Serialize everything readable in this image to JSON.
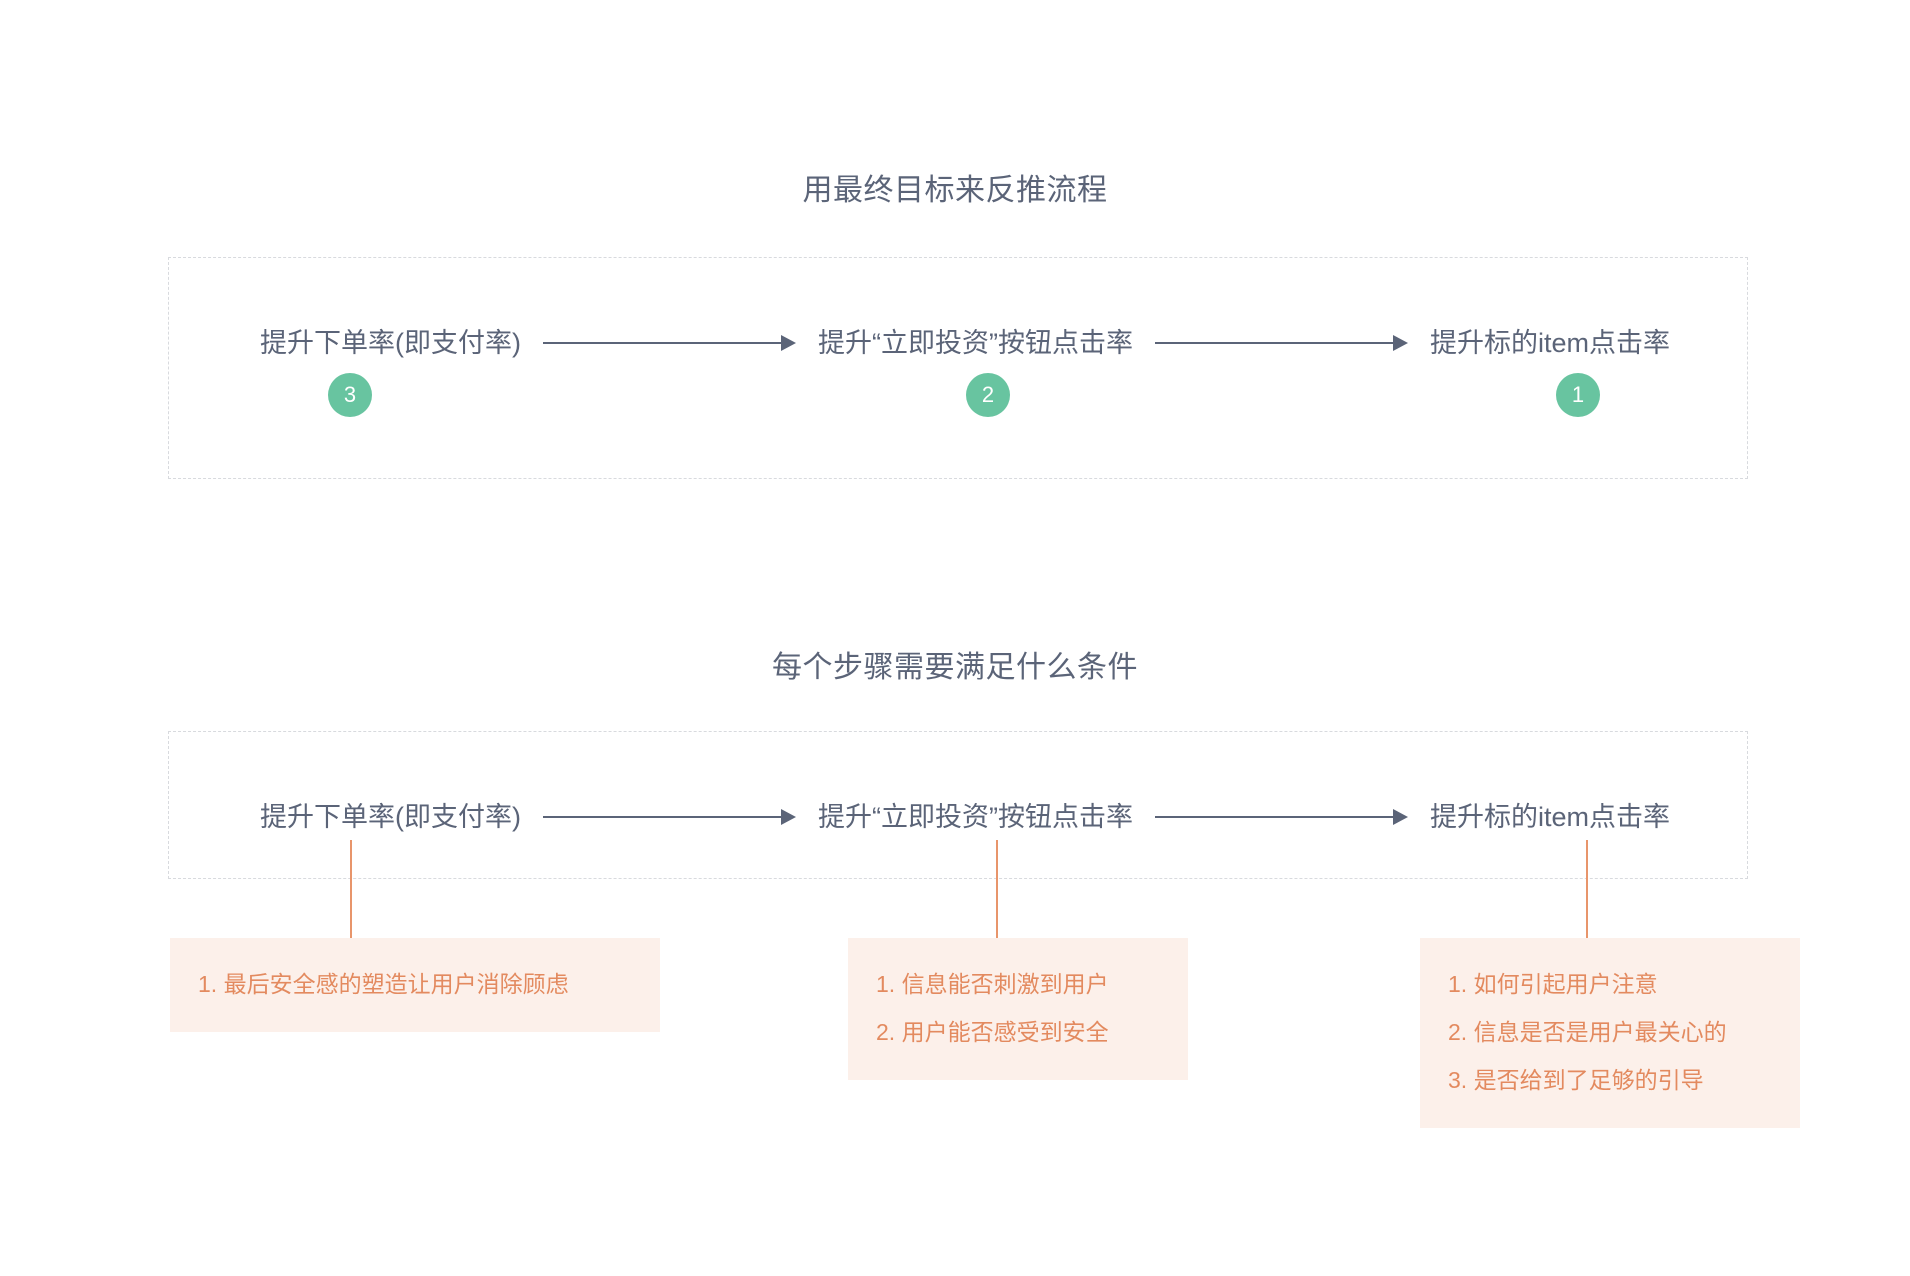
{
  "theme": {
    "background": "#ffffff",
    "text_color": "#5b6478",
    "badge_color": "#68c4a0",
    "note_background": "#fcf0ea",
    "note_text_color": "#e38a5f",
    "leader_line_color": "#e8956b",
    "dashed_border_color": "#d8dade"
  },
  "sections": [
    {
      "title": "用最终目标来反推流程",
      "flow": {
        "nodes": [
          "提升下单率(即支付率)",
          "提升“立即投资”按钮点击率",
          "提升标的item点击率"
        ],
        "badges": [
          "3",
          "2",
          "1"
        ]
      }
    },
    {
      "title": "每个步骤需要满足什么条件",
      "flow": {
        "nodes": [
          "提升下单率(即支付率)",
          "提升“立即投资”按钮点击率",
          "提升标的item点击率"
        ]
      },
      "notes": [
        {
          "items": [
            "1. 最后安全感的塑造让用户消除顾虑"
          ]
        },
        {
          "items": [
            "1. 信息能否刺激到用户",
            "2. 用户能否感受到安全"
          ]
        },
        {
          "items": [
            "1. 如何引起用户注意",
            "2. 信息是否是用户最关心的",
            "3. 是否给到了足够的引导"
          ]
        }
      ]
    }
  ]
}
